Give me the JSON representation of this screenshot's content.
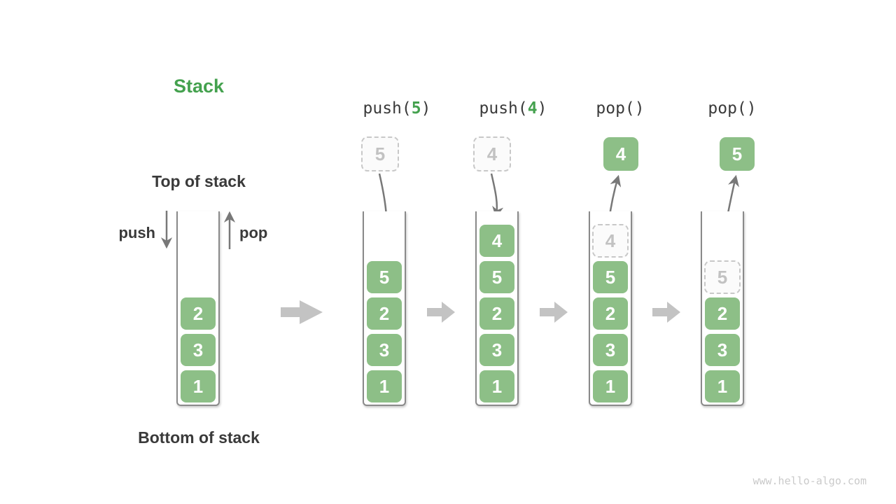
{
  "title": "Stack",
  "labels": {
    "top_of_stack": "Top of stack",
    "bottom_of_stack": "Bottom of stack",
    "push": "push",
    "pop": "pop"
  },
  "operations": [
    {
      "pre": "push(",
      "arg": "5",
      "post": ")"
    },
    {
      "pre": "push(",
      "arg": "4",
      "post": ")"
    },
    {
      "pre": "pop()",
      "arg": "",
      "post": ""
    },
    {
      "pre": "pop()",
      "arg": "",
      "post": ""
    }
  ],
  "stacks": {
    "initial": {
      "cells": [
        "2",
        "3",
        "1"
      ]
    },
    "after_push_5": {
      "incoming": "5",
      "cells": [
        "5",
        "2",
        "3",
        "1"
      ]
    },
    "after_push_4": {
      "incoming": "4",
      "cells": [
        "4",
        "5",
        "2",
        "3",
        "1"
      ]
    },
    "after_pop_4": {
      "popped": "4",
      "ghost": "4",
      "cells": [
        "5",
        "2",
        "3",
        "1"
      ]
    },
    "after_pop_5": {
      "popped": "5",
      "ghost": "5",
      "cells": [
        "2",
        "3",
        "1"
      ]
    }
  },
  "colors": {
    "accent_green": "#44a14e",
    "cell_green": "#8dbf87",
    "text_dark": "#3a3a3a",
    "arrow_gray": "#787878",
    "block_arrow_gray": "#c3c3c3",
    "ghost_gray": "#c8c8c8"
  },
  "watermark": "www.hello-algo.com"
}
